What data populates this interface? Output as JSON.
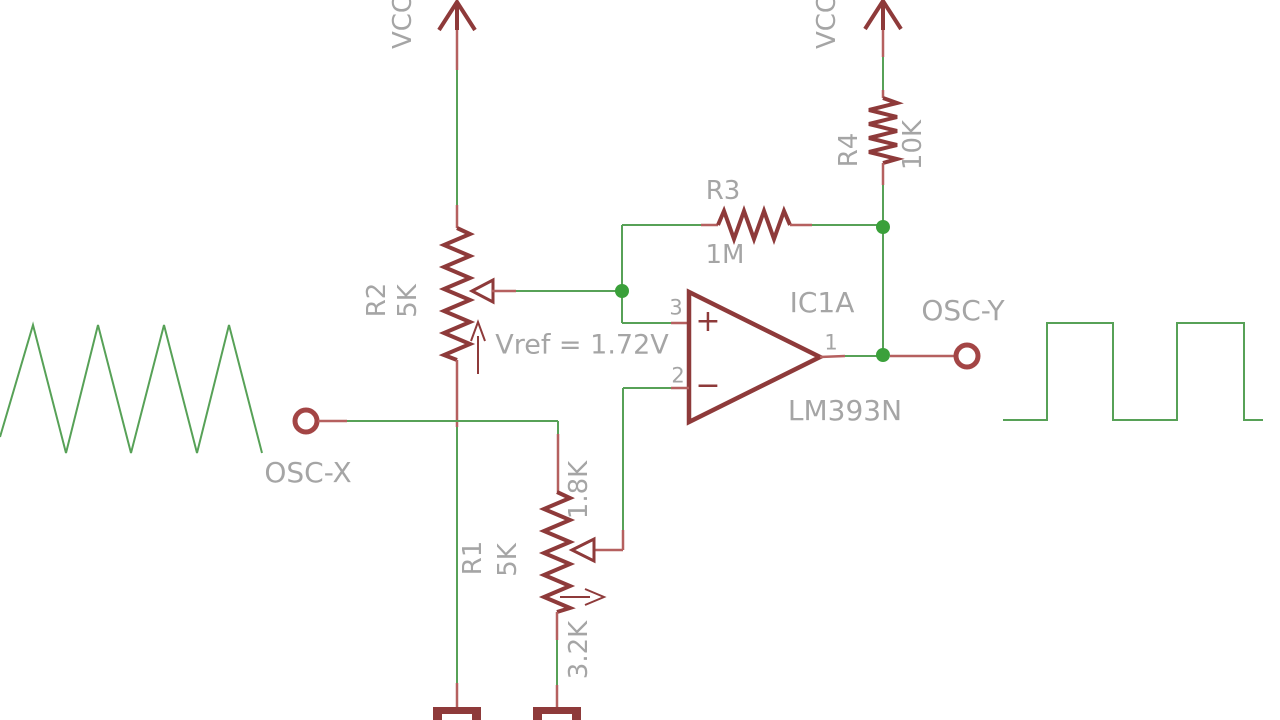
{
  "diagram": {
    "title_hint": "Triangle-to-square wave comparator schematic",
    "power": {
      "vcc_left": "VCC",
      "vcc_right": "VCC"
    },
    "resistors": {
      "r2": {
        "name": "R2",
        "value": "5K"
      },
      "r1": {
        "name": "R1",
        "value": "5K",
        "upper_segment": "1.8K",
        "lower_segment": "3.2K"
      },
      "r3": {
        "name": "R3",
        "value": "1M"
      },
      "r4": {
        "name": "R4",
        "value": "10K"
      }
    },
    "opamp": {
      "designator": "IC1A",
      "part": "LM393N",
      "pin_noninverting": "3",
      "pin_inverting": "2",
      "pin_output": "1",
      "plus_sign": "+",
      "minus_sign": "−"
    },
    "annotations": {
      "vref": "Vref = 1.72V"
    },
    "terminals": {
      "osc_x": "OSC-X",
      "osc_y": "OSC-Y"
    },
    "waveforms": {
      "left": "triangle-wave",
      "right": "square-wave"
    },
    "colors": {
      "wire_green": "#57a157",
      "component_red": "#8e3a3a",
      "pin_red": "#b5605f",
      "label_gray": "#a5a5a5",
      "junction_green": "#3aa03a"
    }
  }
}
